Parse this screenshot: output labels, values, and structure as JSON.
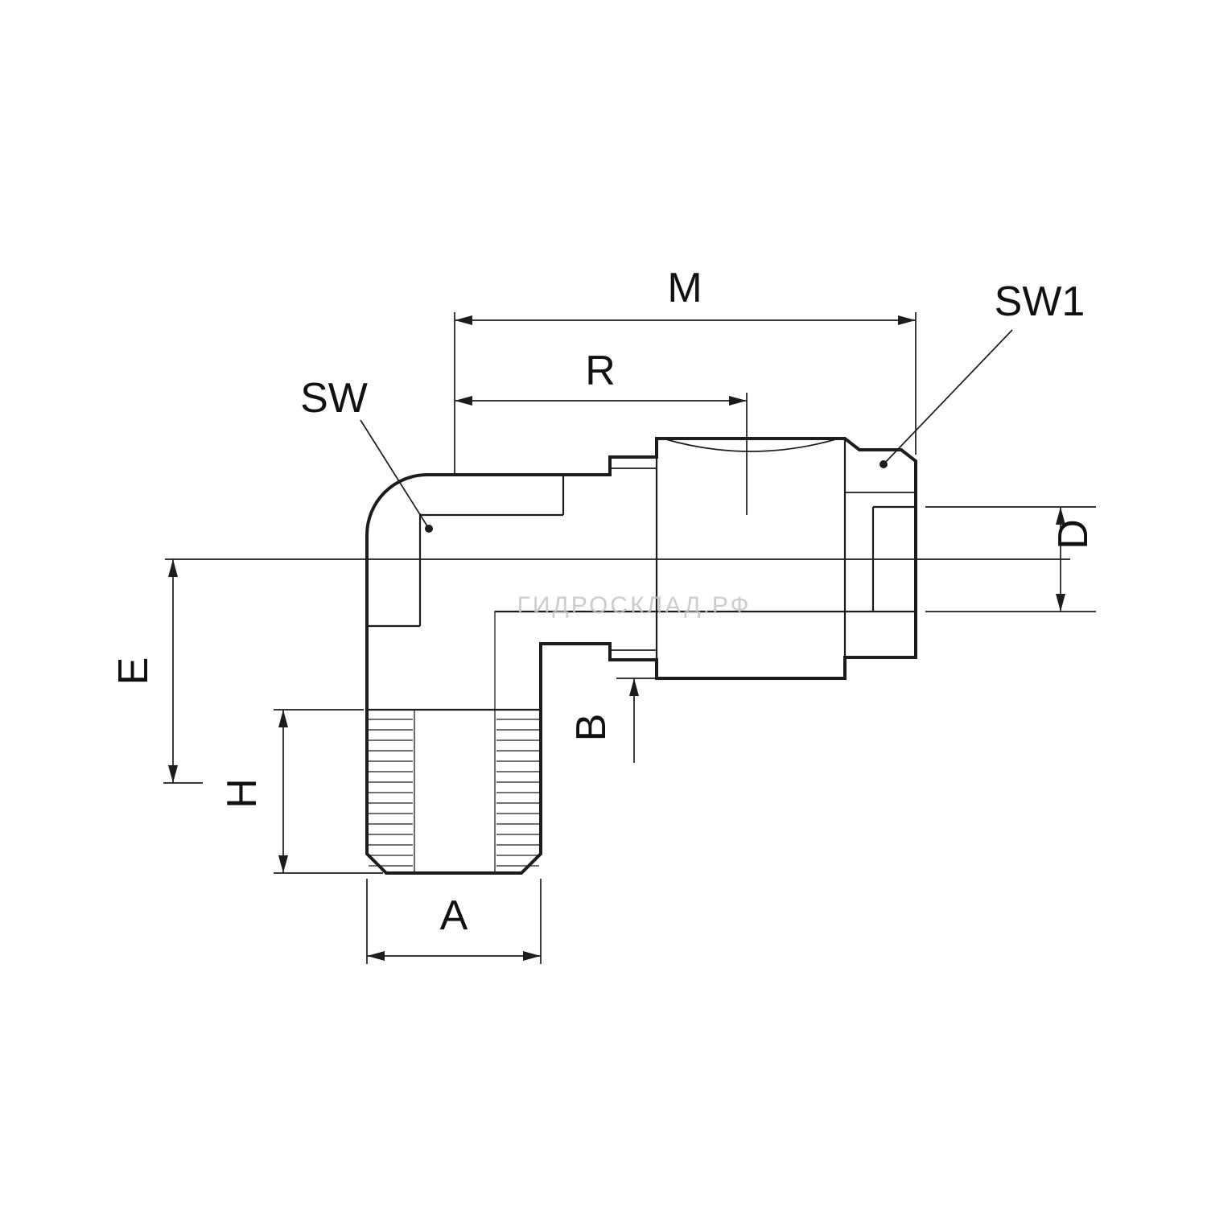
{
  "drawing": {
    "watermark": "ГИДРОСКЛАД.РФ",
    "colors": {
      "line": "#1c1c1c",
      "background": "#ffffff",
      "watermark": "#c4c4c4"
    },
    "dimension_labels": {
      "m": "M",
      "r": "R",
      "sw": "SW",
      "sw1": "SW1",
      "d": "D",
      "e": "E",
      "h": "H",
      "b": "B",
      "a": "A"
    }
  }
}
